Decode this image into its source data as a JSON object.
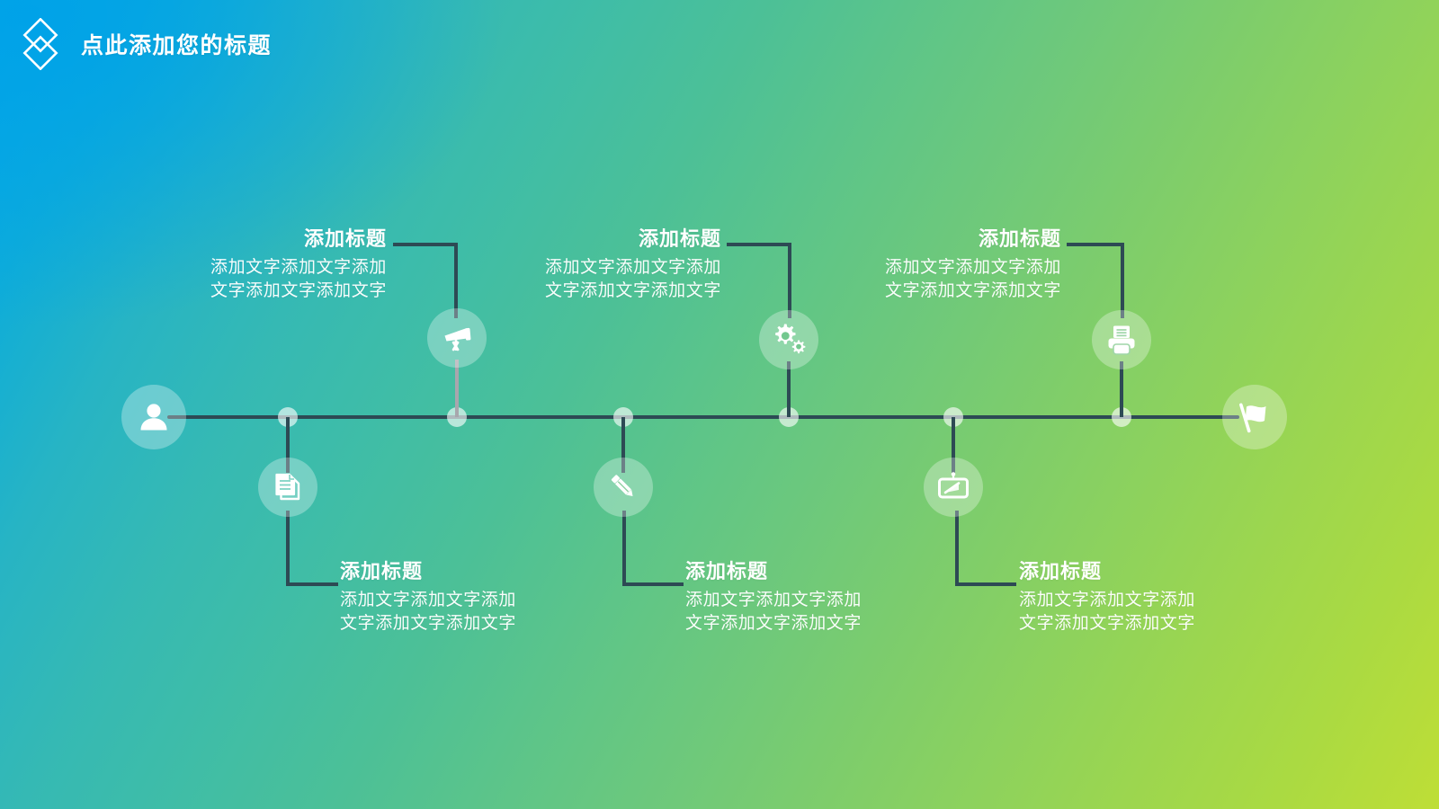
{
  "header": {
    "logo_icon": "double-diamond-icon",
    "title": "点此添加您的标题"
  },
  "theme": {
    "gradient_start": "#03a9e8",
    "gradient_mid": "#5ec588",
    "gradient_end": "#bede36",
    "line_color": "#2d4a54",
    "text_color": "#ffffff",
    "circle_fill": "rgba(255,255,255,0.30)"
  },
  "timeline": {
    "start_icon": "user-icon",
    "end_icon": "flag-icon",
    "node_count": 6,
    "items": [
      {
        "id": "item-1",
        "position": "top",
        "icon": "telescope-icon",
        "title": "添加标题",
        "line1": "添加文字添加文字添加",
        "line2": "文字添加文字添加文字"
      },
      {
        "id": "item-2",
        "position": "bottom",
        "icon": "document-icon",
        "title": "添加标题",
        "line1": "添加文字添加文字添加",
        "line2": "文字添加文字添加文字"
      },
      {
        "id": "item-3",
        "position": "top",
        "icon": "gear-icon",
        "title": "添加标题",
        "line1": "添加文字添加文字添加",
        "line2": "文字添加文字添加文字"
      },
      {
        "id": "item-4",
        "position": "bottom",
        "icon": "pencil-icon",
        "title": "添加标题",
        "line1": "添加文字添加文字添加",
        "line2": "文字添加文字添加文字"
      },
      {
        "id": "item-5",
        "position": "top",
        "icon": "printer-icon",
        "title": "添加标题",
        "line1": "添加文字添加文字添加",
        "line2": "文字添加文字添加文字"
      },
      {
        "id": "item-6",
        "position": "bottom",
        "icon": "presentation-board-icon",
        "title": "添加标题",
        "line1": "添加文字添加文字添加",
        "line2": "文字添加文字添加文字"
      }
    ]
  }
}
